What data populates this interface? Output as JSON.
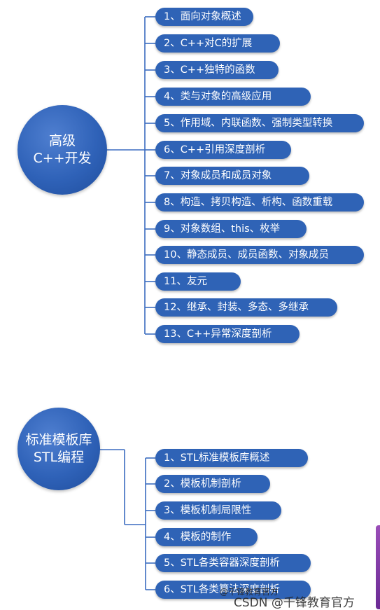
{
  "group1": {
    "hub": {
      "line1": "高级",
      "line2": "C++开发"
    },
    "items": [
      "1、面向对象概述",
      "2、C++对C的扩展",
      "3、C++独特的函数",
      "4、类与对象的高级应用",
      "5、作用域、内联函数、强制类型转换",
      "6、C++引用深度剖析",
      "7、对象成员和成员对象",
      "8、构造、拷贝构造、析构、函数重载",
      "9、对象数组、this、枚举",
      "10、静态成员、成员函数、对象成员",
      "11、友元",
      "12、继承、封装、多态、多继承",
      "13、C++异常深度剖析"
    ]
  },
  "group2": {
    "hub": {
      "line1": "标准模板库",
      "line2": "STL编程"
    },
    "items": [
      "1、STL标准模板库概述",
      "2、模板机制剖析",
      "3、模板机制局限性",
      "4、模板的制作",
      "5、STL各类容器深度剖析",
      "6、STL各类算法深度剖析"
    ]
  },
  "watermark": {
    "line1": "@千锋教育官方",
    "line2": "CSDN @千锋教育官方"
  },
  "colors": {
    "pill": "#2f63b6",
    "hub": "#2f62b8",
    "line": "#3b6cc0"
  }
}
